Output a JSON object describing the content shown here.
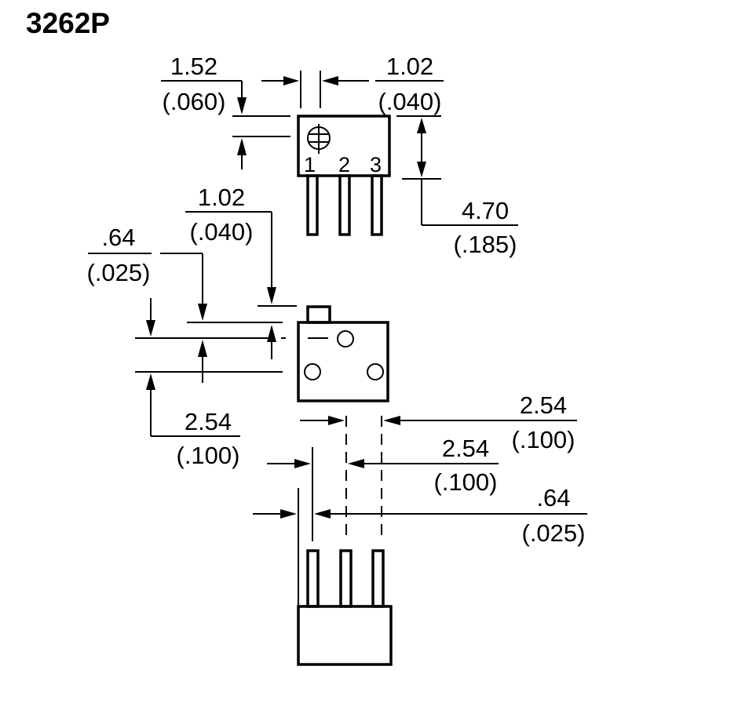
{
  "title": "3262P",
  "colors": {
    "ink": "#000000",
    "background": "#ffffff"
  },
  "pins": [
    "1",
    "2",
    "3"
  ],
  "dimensions": {
    "top_left": {
      "mm": "1.52",
      "inch": "(.060)"
    },
    "top_right": {
      "mm": "1.02",
      "inch": "(.040)"
    },
    "height": {
      "mm": "4.70",
      "inch": "(.185)"
    },
    "side_tab": {
      "mm": "1.02",
      "inch": "(.040)"
    },
    "side_offset": {
      "mm": ".64",
      "inch": "(.025)"
    },
    "side_spacing": {
      "mm": "2.54",
      "inch": "(.100)"
    },
    "pitch_outer": {
      "mm": "2.54",
      "inch": "(.100)"
    },
    "pitch_inner": {
      "mm": "2.54",
      "inch": "(.100)"
    },
    "pin_width": {
      "mm": ".64",
      "inch": "(.025)"
    }
  }
}
